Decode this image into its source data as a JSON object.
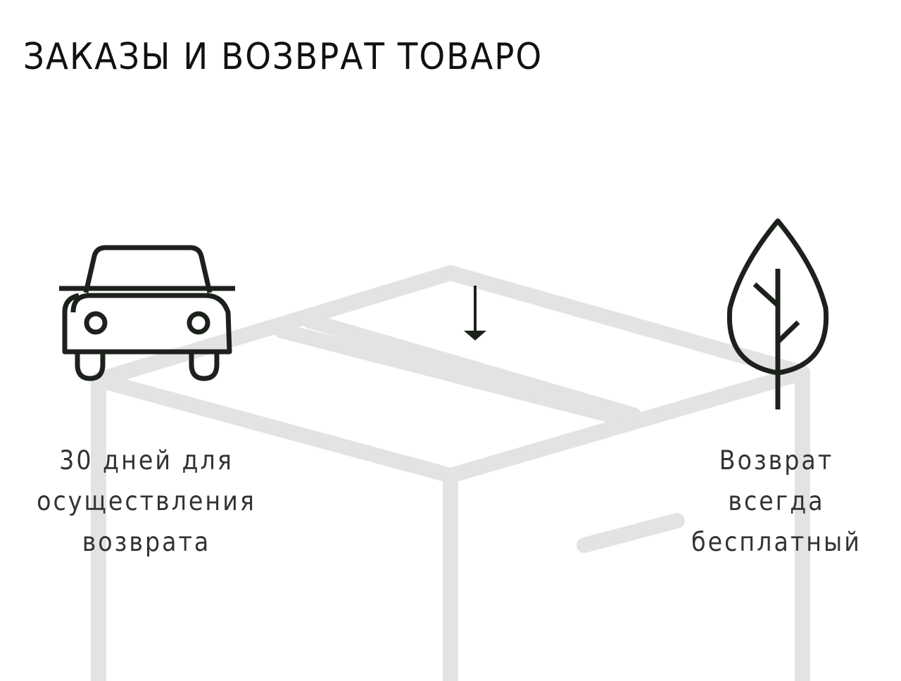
{
  "page": {
    "title": "ЗАКАЗЫ И ВОЗВРАТ ТОВАРО"
  },
  "features": {
    "left": {
      "icon": "car-icon",
      "caption_lines": [
        "30 дней для",
        "осуществления",
        "возврата"
      ]
    },
    "center": {
      "icon": "down-arrow-icon"
    },
    "right": {
      "icon": "leaf-icon",
      "caption_lines": [
        "Возврат",
        "всегда",
        "бесплатный"
      ]
    }
  },
  "colors": {
    "text": "#111111",
    "caption": "#333333",
    "icon_stroke": "#1c211c",
    "box_outline": "#e3e3e3",
    "background": "#ffffff"
  }
}
